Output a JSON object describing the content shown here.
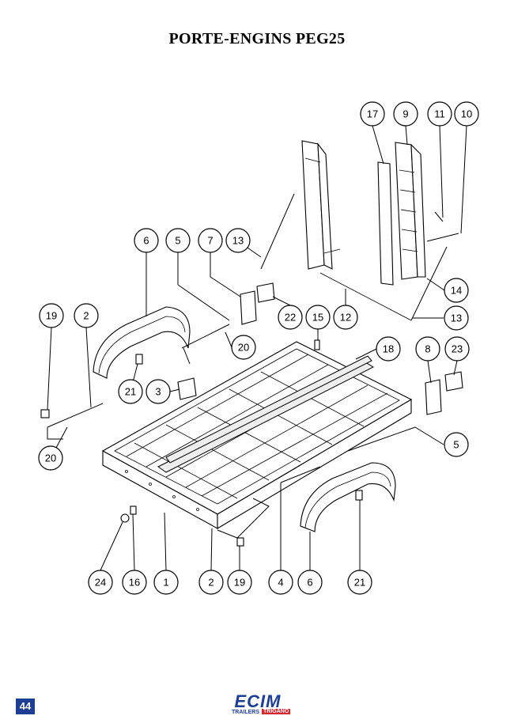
{
  "title": "PORTE-ENGINS PEG25",
  "page_number": "44",
  "logo": {
    "brand_main": "ECIM",
    "subtitle": "TRAILERS",
    "group": "TRIGANO"
  },
  "callouts": [
    {
      "label": "17"
    },
    {
      "label": "9"
    },
    {
      "label": "11"
    },
    {
      "label": "10"
    },
    {
      "label": "6"
    },
    {
      "label": "5"
    },
    {
      "label": "7"
    },
    {
      "label": "13"
    },
    {
      "label": "14"
    },
    {
      "label": "19"
    },
    {
      "label": "2"
    },
    {
      "label": "22"
    },
    {
      "label": "15"
    },
    {
      "label": "12"
    },
    {
      "label": "13"
    },
    {
      "label": "20"
    },
    {
      "label": "18"
    },
    {
      "label": "8"
    },
    {
      "label": "23"
    },
    {
      "label": "21"
    },
    {
      "label": "3"
    },
    {
      "label": "5"
    },
    {
      "label": "20"
    },
    {
      "label": "24"
    },
    {
      "label": "16"
    },
    {
      "label": "1"
    },
    {
      "label": "2"
    },
    {
      "label": "19"
    },
    {
      "label": "4"
    },
    {
      "label": "6"
    },
    {
      "label": "21"
    }
  ]
}
